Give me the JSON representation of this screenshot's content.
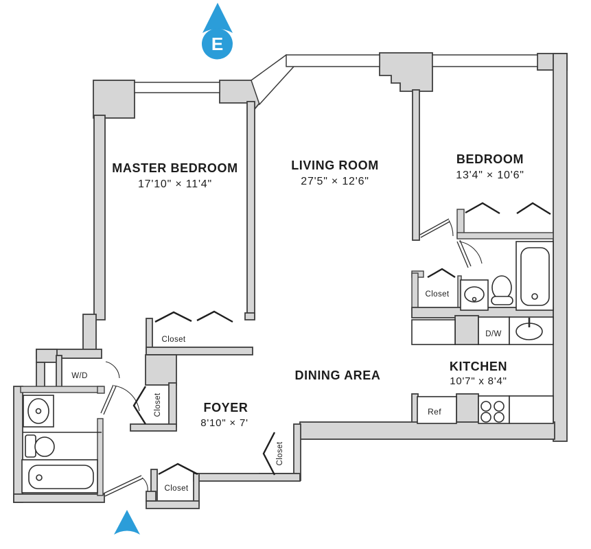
{
  "compass": {
    "direction_label": "E",
    "color": "#2b9dd9"
  },
  "entry_arrow": {
    "color": "#2b9dd9"
  },
  "rooms": {
    "master_bedroom": {
      "name": "MASTER BEDROOM",
      "dims": "17'10\" × 11'4\""
    },
    "living_room": {
      "name": "LIVING ROOM",
      "dims": "27'5\" × 12'6\""
    },
    "bedroom": {
      "name": "BEDROOM",
      "dims": "13'4\" × 10'6\""
    },
    "dining_area": {
      "name": "DINING AREA"
    },
    "kitchen": {
      "name": "KITCHEN",
      "dims": "10'7\" x 8'4\""
    },
    "foyer": {
      "name": "FOYER",
      "dims": "8'10\" × 7'"
    }
  },
  "fixtures": {
    "closet": "Closet",
    "washer_dryer": "W/D",
    "dishwasher": "D/W",
    "refrigerator": "Ref"
  }
}
